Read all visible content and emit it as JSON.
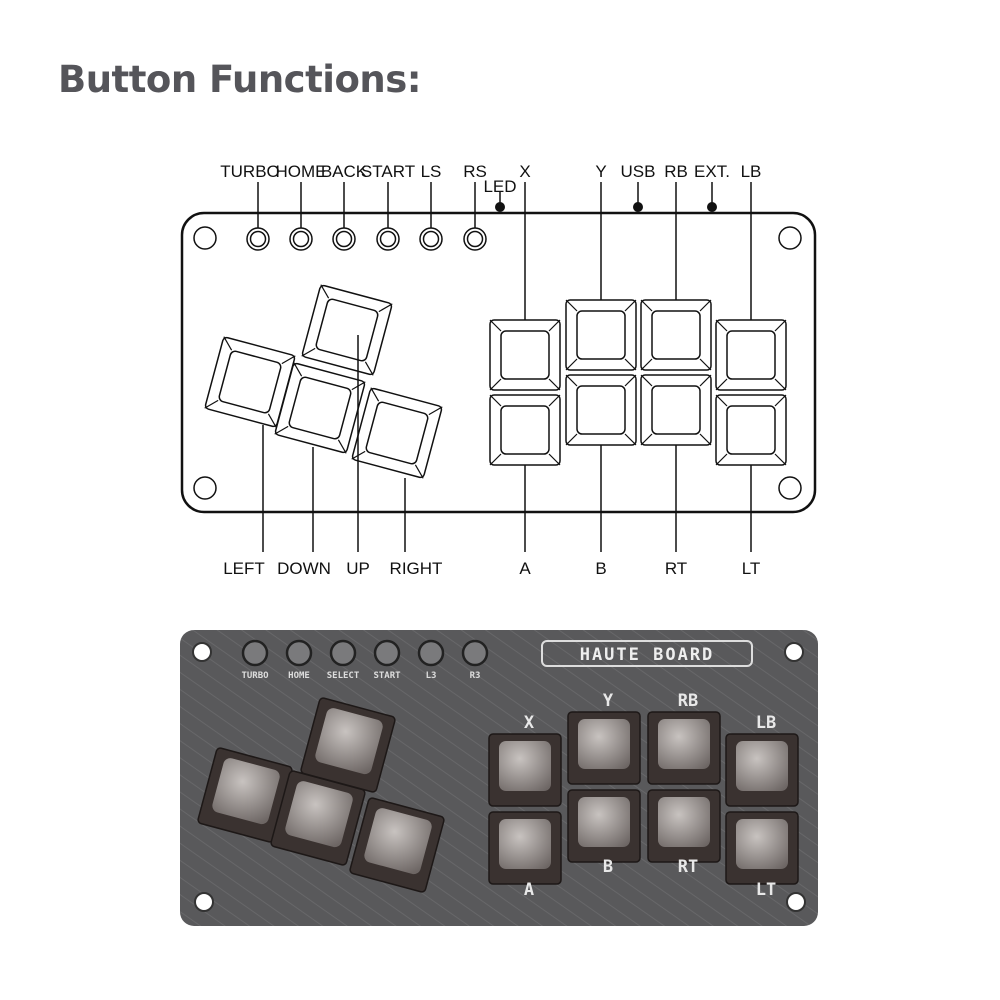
{
  "title": "Button Functions:",
  "diagram": {
    "top_labels": [
      "TURBO",
      "HOME",
      "BACK",
      "START",
      "LS",
      "RS"
    ],
    "led": "LED",
    "usb": "USB",
    "ext": "EXT.",
    "face_top": [
      "X",
      "Y",
      "RB",
      "LB"
    ],
    "face_bottom": [
      "A",
      "B",
      "RT",
      "LT"
    ],
    "directions": [
      "LEFT",
      "DOWN",
      "UP",
      "RIGHT"
    ]
  },
  "photo": {
    "brand": "HAUTE BOARD",
    "button_labels": [
      "TURBO",
      "HOME",
      "SELECT",
      "START",
      "L3",
      "R3"
    ],
    "face_top": [
      "X",
      "Y",
      "RB",
      "LB"
    ],
    "face_bottom": [
      "A",
      "B",
      "RT",
      "LT"
    ],
    "board_color": "#5a5a5c",
    "key_color": "#3a3230"
  }
}
